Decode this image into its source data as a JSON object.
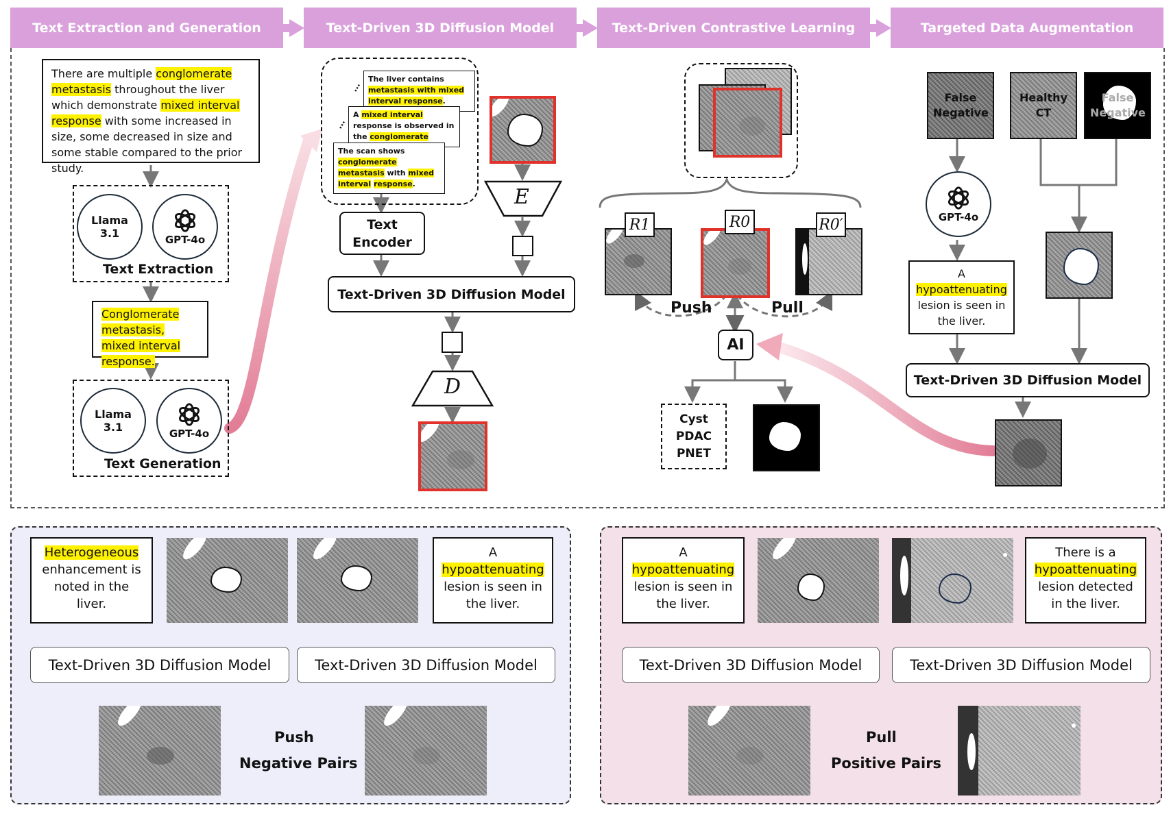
{
  "headers": [
    "Text Extraction and Generation",
    "Text-Driven 3D Diffusion Model",
    "Text-Driven Contrastive Learning",
    "Targeted Data Augmentation"
  ],
  "stage1": {
    "report_pre": "There are multiple ",
    "report_hl1": "conglomerate metastasis",
    "report_mid1": " throughout the liver which demonstrate ",
    "report_hl2": "mixed interval response",
    "report_post": " with some increased in size, some decreased in size and some stable compared to the prior study.",
    "llama_label": "Llama 3.1",
    "gpt_label": "GPT-4o",
    "extraction_label": "Text Extraction",
    "extracted_text": "Conglomerate metastasis, mixed interval response.",
    "generation_label": "Text Generation"
  },
  "stage2": {
    "card1_pre": "The liver contains ",
    "card1_hl": "metastasis with mixed interval response",
    "card1_post": ".",
    "card2_pre": "A ",
    "card2_hl1": "mixed interval",
    "card2_mid": " response is observed in the ",
    "card2_hl2": "conglomerate",
    "card3_pre": "The scan shows ",
    "card3_hl1": "conglomerate metastasis",
    "card3_mid": " with ",
    "card3_hl2": "mixed interval",
    "card3_hl3": "response",
    "card3_post": ".",
    "text_encoder": "Text Encoder",
    "encoder_symbol": "E",
    "decoder_symbol": "D",
    "diffusion_model": "Text-Driven 3D Diffusion Model"
  },
  "stage3": {
    "r1": "R1",
    "r0": "R0",
    "r0p": "R0′",
    "push": "Push",
    "pull": "Pull",
    "ai": "AI",
    "classes": [
      "Cyst",
      "PDAC",
      "PNET"
    ]
  },
  "stage4": {
    "false_negative": "False Negative",
    "healthy_ct": "Healthy CT",
    "false_negative_mask": "False Negative",
    "gpt_label": "GPT-4o",
    "prompt_pre": "A ",
    "prompt_hl": "hypoattenuating",
    "prompt_post": " lesion is seen in the liver.",
    "diffusion_model": "Text-Driven 3D Diffusion Model"
  },
  "bottom_left": {
    "text1_hl": "Heterogeneous",
    "text1_post": "enhancement is noted in the liver.",
    "text2_pre": "A",
    "text2_hl": "hypoattenuating",
    "text2_post": "lesion is seen in the liver.",
    "model_a": "Text-Driven 3D Diffusion Model",
    "model_b": "Text-Driven 3D Diffusion Model",
    "push": "Push",
    "pairs": "Negative Pairs"
  },
  "bottom_right": {
    "text1_pre": "A",
    "text1_hl": "hypoattenuating",
    "text1_post": "lesion is seen in the liver.",
    "text2_pre": "There is a",
    "text2_hl": "hypoattenuating",
    "text2_post": "lesion detected in the liver.",
    "model_a": "Text-Driven 3D Diffusion Model",
    "model_b": "Text-Driven 3D Diffusion Model",
    "pull": "Pull",
    "pairs": "Positive Pairs"
  },
  "colors": {
    "header": "#d9a0dc",
    "highlight": "#fff200",
    "red_frame": "#e0312a",
    "panel_blue": "#eeeefa",
    "panel_pink": "#f4e0e8",
    "arrow_pink": "#e8a0b0"
  }
}
